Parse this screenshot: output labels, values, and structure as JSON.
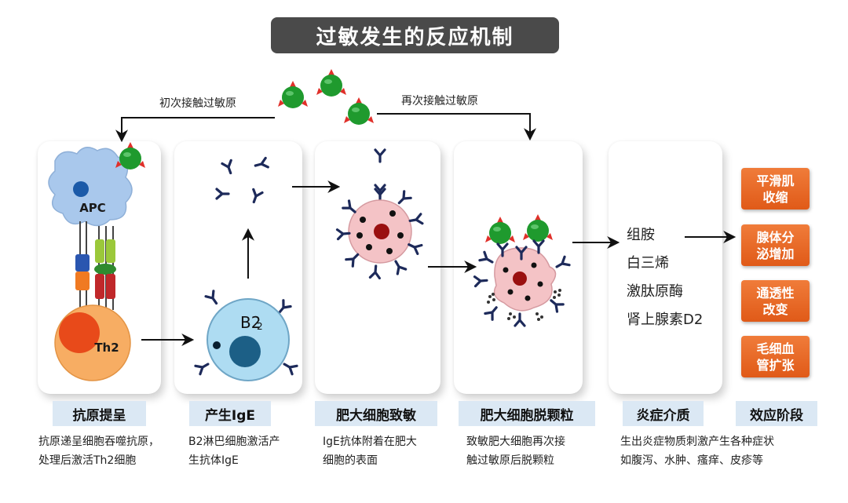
{
  "title": "过敏发生的反应机制",
  "arrows": {
    "first_contact": "初次接触过敏原",
    "second_contact": "再次接触过敏原"
  },
  "cells": {
    "apc": "APC",
    "th2": "Th2",
    "b2": "B2"
  },
  "stages": [
    {
      "label": "抗原提呈",
      "desc": [
        "抗原递呈细胞吞噬抗原，",
        "处理后激活Th2细胞"
      ]
    },
    {
      "label": "产生IgE",
      "desc": [
        "B2淋巴细胞激活产",
        "生抗体IgE"
      ]
    },
    {
      "label": "肥大细胞致敏",
      "desc": [
        "IgE抗体附着在肥大",
        "细胞的表面"
      ]
    },
    {
      "label": "肥大细胞脱颗粒",
      "desc": [
        "致敏肥大细胞再次接",
        "触过敏原后脱颗粒"
      ]
    },
    {
      "label": "炎症介质",
      "desc": [
        "生出炎症物质刺激产生各种症状",
        "如腹泻、水肿、瘙痒、皮疹等"
      ]
    },
    {
      "label": "效应阶段",
      "desc": []
    }
  ],
  "mediators": [
    "组胺",
    "白三烯",
    "激肽原酶",
    "肾上腺素D2"
  ],
  "effects": [
    "平滑肌\n收缩",
    "腺体分\n泌增加",
    "通透性\n改变",
    "毛细血\n管扩张"
  ],
  "colors": {
    "title_bg": "#4a4a4a",
    "label_bg": "#dbe8f4",
    "effect_orange": "#e8642a",
    "antigen_green": "#1f9a2e",
    "antigen_red": "#e0302a",
    "apc_blue": "#a9c8ec",
    "th2_orange": "#f7ad63",
    "b_cell_blue": "#aedcf2",
    "mast_pink": "#f4c3c6",
    "antibody_navy": "#1d2a5a"
  }
}
